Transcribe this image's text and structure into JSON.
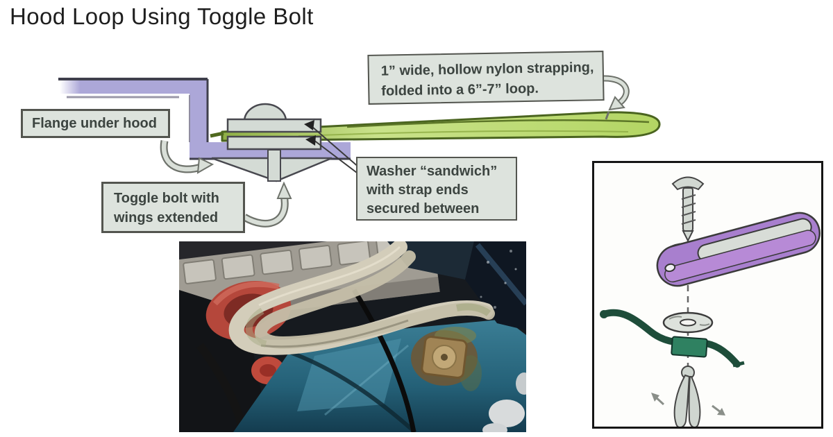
{
  "title": "Hood Loop Using Toggle Bolt",
  "callouts": {
    "flange": {
      "lines": [
        "Flange under hood"
      ]
    },
    "toggle": {
      "lines": [
        "Toggle bolt with",
        "wings extended"
      ]
    },
    "strap": {
      "lines": [
        "1” wide, hollow nylon strapping,",
        "folded into a 6”-7” loop."
      ]
    },
    "washer": {
      "lines": [
        "Washer “sandwich”",
        "with strap ends",
        "secured between"
      ]
    }
  },
  "colors": {
    "background": "#ffffff",
    "callout_fill": "#dde3dd",
    "callout_border": "#53554f",
    "callout_text": "#3c4440",
    "flange_purple": "#aca7d8",
    "metal_gray": "#d4dbd5",
    "outline_dark": "#45454e",
    "strap_green": "#bcd96a",
    "strap_outline": "#4a641f",
    "crayon_purple": "#a87fce",
    "flange_strip_green": "#1e4d3a",
    "photo_teal": "#2f7389",
    "photo_red": "#b5473b",
    "photo_strap_cream": "#d3cdba"
  }
}
